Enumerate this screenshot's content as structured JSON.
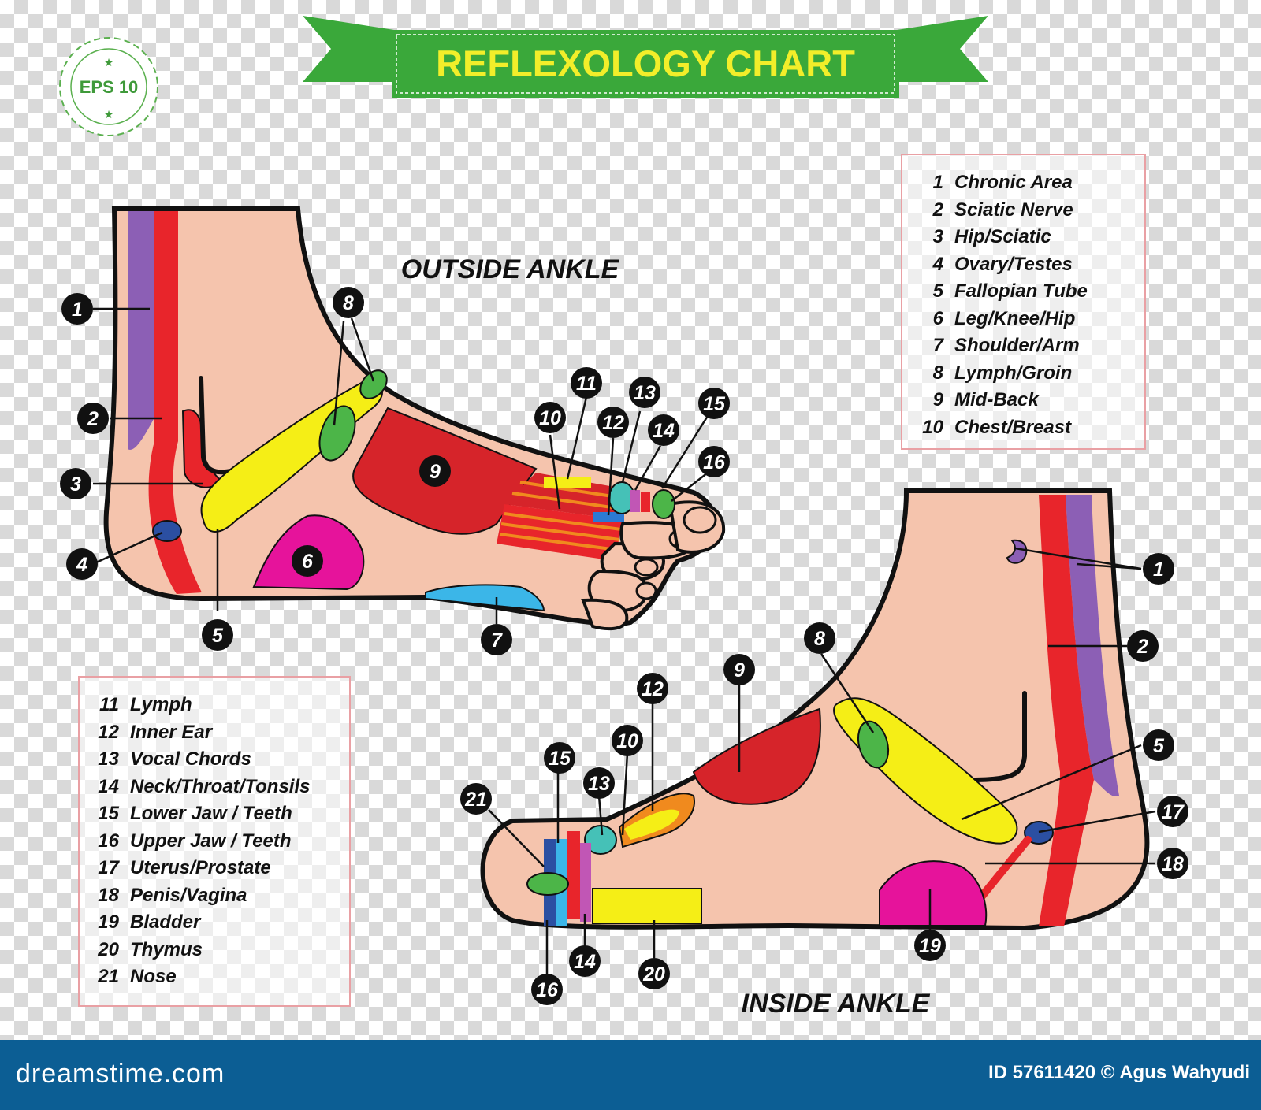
{
  "badge": "EPS 10",
  "title": "REFLEXOLOGY CHART",
  "views": {
    "outside": "OUTSIDE ANKLE",
    "inside": "INSIDE ANKLE"
  },
  "legend_right": [
    {
      "num": "1",
      "label": "Chronic Area"
    },
    {
      "num": "2",
      "label": "Sciatic Nerve"
    },
    {
      "num": "3",
      "label": "Hip/Sciatic"
    },
    {
      "num": "4",
      "label": "Ovary/Testes"
    },
    {
      "num": "5",
      "label": "Fallopian Tube"
    },
    {
      "num": "6",
      "label": "Leg/Knee/Hip"
    },
    {
      "num": "7",
      "label": "Shoulder/Arm"
    },
    {
      "num": "8",
      "label": "Lymph/Groin"
    },
    {
      "num": "9",
      "label": "Mid-Back"
    },
    {
      "num": "10",
      "label": "Chest/Breast"
    }
  ],
  "legend_left": [
    {
      "num": "11",
      "label": "Lymph"
    },
    {
      "num": "12",
      "label": "Inner Ear"
    },
    {
      "num": "13",
      "label": "Vocal Chords"
    },
    {
      "num": "14",
      "label": "Neck/Throat/Tonsils"
    },
    {
      "num": "15",
      "label": "Lower Jaw / Teeth"
    },
    {
      "num": "16",
      "label": "Upper Jaw / Teeth"
    },
    {
      "num": "17",
      "label": "Uterus/Prostate"
    },
    {
      "num": "18",
      "label": "Penis/Vagina"
    },
    {
      "num": "19",
      "label": "Bladder"
    },
    {
      "num": "20",
      "label": "Thymus"
    },
    {
      "num": "21",
      "label": "Nose"
    }
  ],
  "outside_markers": [
    "1",
    "2",
    "3",
    "4",
    "5",
    "6",
    "7",
    "8",
    "9",
    "10",
    "11",
    "12",
    "13",
    "14",
    "15",
    "16"
  ],
  "inside_markers": [
    "1",
    "2",
    "5",
    "8",
    "9",
    "10",
    "12",
    "13",
    "14",
    "15",
    "16",
    "17",
    "18",
    "19",
    "20",
    "21"
  ],
  "footer": {
    "brand": "dreamstime.com",
    "credit": "ID 57611420 © Agus Wahyudi"
  },
  "colors": {
    "skin": "#f5c4ad",
    "red": "#e8252b",
    "purple": "#8c5fb5",
    "yellow": "#f5ee16",
    "green": "#4cb548",
    "dark_red": "#d6242a",
    "magenta": "#e6139b",
    "cyan": "#3bb6e8",
    "blue": "#2b4fa2",
    "banner_green": "#3aa83a",
    "footer_blue": "#0c5e94"
  }
}
